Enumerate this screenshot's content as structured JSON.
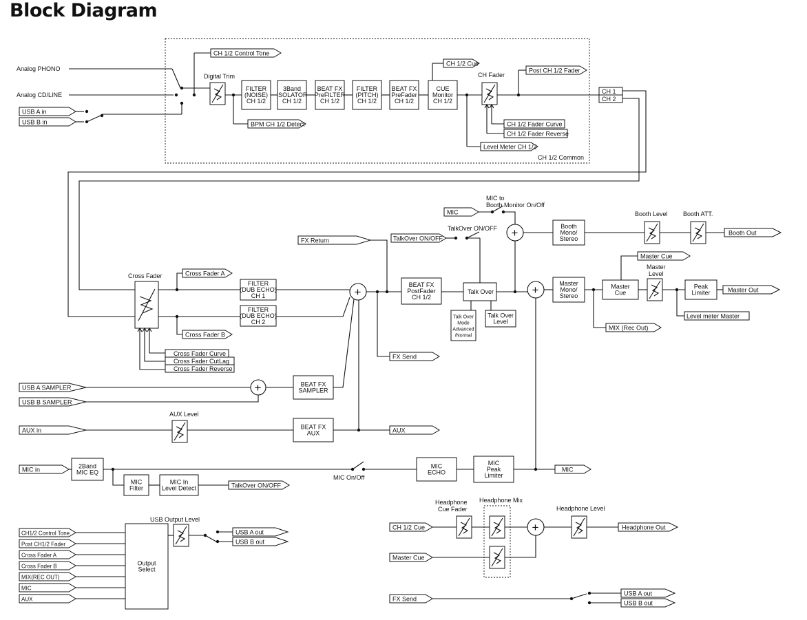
{
  "title": "Block Diagram",
  "labels": {
    "analog_phono": "Analog PHONO",
    "analog_cd": "Analog CD/LINE",
    "usb_a_in": "USB A in",
    "usb_b_in": "USB B in",
    "ctrl_tone": "CH 1/2 Control Tone",
    "digital_trim": "Digital Trim",
    "bpm_detect": "BPM CH 1/2 Detect",
    "ch_cue": "CH 1/2 Cue",
    "ch_fader": "CH Fader",
    "post_fader": "Post CH 1/2 Fader",
    "fader_curve": "CH 1/2 Fader Curve",
    "fader_reverse": "CH 1/2 Fader Reverse",
    "level_meter": "Level Meter CH 1/2",
    "ch_common": "CH 1/2 Common",
    "ch1": "CH 1",
    "ch2": "CH 2",
    "mic": "MIC",
    "mic_booth1": "MIC to",
    "mic_booth2": "Booth Monitor On/Off",
    "booth_level": "Booth Level",
    "booth_att": "Booth ATT.",
    "booth_out": "Booth Out",
    "fx_return": "FX Return",
    "talkover_onoff": "TalkOver ON/OFF",
    "talkover_onoff2": "TalkOver ON/OFF",
    "cross_fader": "Cross Fader",
    "cross_fader_a": "Cross Fader A",
    "cross_fader_b": "Cross Fader B",
    "cf_curve": "Cross Fader Curve",
    "cf_cutlag": "Cross Fader CutLag",
    "cf_reverse": "Cross Fader Reverse",
    "talk_over": "Talk Over",
    "master_cue_top": "Master Cue",
    "master_level1": "Master",
    "master_level2": "Level",
    "master_out": "Master Out",
    "level_meter_master": "Level meter Master",
    "mix_rec": "MIX (Rec Out)",
    "fx_send": "FX Send",
    "usb_a_sampler": "USB A SAMPLER",
    "usb_b_sampler": "USB B SAMPLER",
    "aux_level": "AUX Level",
    "aux_in": "AUX in",
    "aux": "AUX",
    "mic_in": "MIC in",
    "mic_onoff": "MIC On/Off",
    "mic_out": "MIC",
    "talkover_onoff3": "TalkOver ON/OFF",
    "usb_output_level": "USB Output Level",
    "usb_a_out": "USB A out",
    "usb_b_out": "USB B out",
    "headphone_cue_fader1": "Headphone",
    "headphone_cue_fader2": "Cue Fader",
    "headphone_mix": "Headphone Mix",
    "headphone_level": "Headphone Level",
    "ch_cue_in": "CH 1/2 Cue",
    "master_cue_in": "Master Cue",
    "headphone_out": "Headphone Out",
    "fx_send_in": "FX Send",
    "usb_a_out2": "USB A out",
    "usb_b_out2": "USB B out"
  },
  "output_select_inputs": [
    "CH1/2 Control Tone",
    "Post CH1/2  Fader",
    "Cross Fader A",
    "Cross Fader B",
    "MIX(REC OUT)",
    "MIC",
    "AUX"
  ],
  "boxes": {
    "filter_noise": [
      "FILTER",
      "(NOISE)",
      "CH 1/2"
    ],
    "isolator": [
      "3Band",
      "ISOLATOR",
      "CH 1/2"
    ],
    "beatfx_pre": [
      "BEAT FX",
      "PreFILTER",
      "CH 1/2"
    ],
    "filter_pitch": [
      "FILTER",
      "(PITCH)",
      "CH 1/2"
    ],
    "beatfx_prefader": [
      "BEAT FX",
      "PreFader",
      "CH 1/2"
    ],
    "cue_monitor": [
      "CUE",
      "Monitor",
      "CH 1/2"
    ],
    "filter_ch1": [
      "FILTER",
      "(DUB ECHO)",
      "CH 1"
    ],
    "filter_ch2": [
      "FILTER",
      "(DUB ECHO)",
      "CH 2"
    ],
    "beatfx_post": [
      "BEAT FX",
      "PostFader",
      "CH 1/2"
    ],
    "talkover_mode": [
      "Talk Over",
      "Mode",
      "Advanced",
      "/Normal"
    ],
    "talkover_level": [
      "Talk Over",
      "Level"
    ],
    "booth_mono": [
      "Booth",
      "Mono/",
      "Stereo"
    ],
    "master_mono": [
      "Master",
      "Mono/",
      "Stereo"
    ],
    "master_cue": [
      "Master",
      "Cue"
    ],
    "peak_limiter": [
      "Peak",
      "Limiter"
    ],
    "beatfx_sampler": [
      "BEAT FX",
      "SAMPLER"
    ],
    "beatfx_aux": [
      "BEAT FX",
      "AUX"
    ],
    "mic_eq": [
      "2Band",
      "MIC EQ"
    ],
    "mic_filter": [
      "MIC",
      "Filter"
    ],
    "mic_level_detect": [
      "MIC In",
      "Level Detect"
    ],
    "mic_echo": [
      "MIC",
      "ECHO"
    ],
    "mic_peak": [
      "MIC",
      "Peak",
      "Limiter"
    ],
    "output_select": [
      "Output",
      "Select"
    ]
  }
}
